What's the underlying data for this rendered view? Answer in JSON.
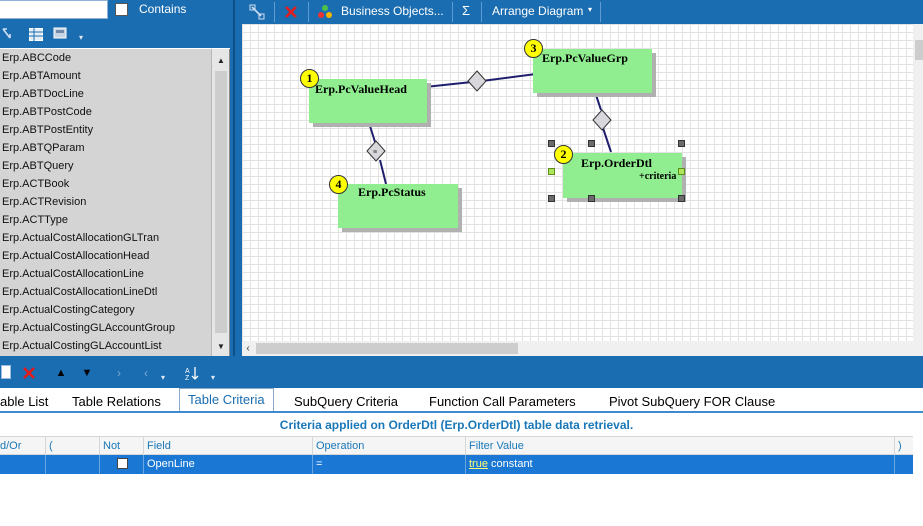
{
  "search": {
    "value": "",
    "contains_label": "Contains"
  },
  "table_list": {
    "items": [
      "Erp.ABCCode",
      "Erp.ABTAmount",
      "Erp.ABTDocLine",
      "Erp.ABTPostCode",
      "Erp.ABTPostEntity",
      "Erp.ABTQParam",
      "Erp.ABTQuery",
      "Erp.ACTBook",
      "Erp.ACTRevision",
      "Erp.ACTType",
      "Erp.ActualCostAllocationGLTran",
      "Erp.ActualCostAllocationHead",
      "Erp.ActualCostAllocationLine",
      "Erp.ActualCostAllocationLineDtl",
      "Erp.ActualCostingCategory",
      "Erp.ActualCostingGLAccountGroup",
      "Erp.ActualCostingGLAccountList"
    ]
  },
  "diagram_toolbar": {
    "business_objects": "Business Objects...",
    "sum_glyph": "Σ",
    "arrange_diagram": "Arrange Diagram"
  },
  "diagram": {
    "entities": [
      {
        "badge": "1",
        "name": "Erp.PcValueHead"
      },
      {
        "badge": "3",
        "name": "Erp.PcValueGrp"
      },
      {
        "badge": "4",
        "name": "Erp.PcStatus"
      },
      {
        "badge": "2",
        "name": "Erp.OrderDtl",
        "tag": "+criteria"
      }
    ]
  },
  "tabs": [
    "able List",
    "Table Relations",
    "Table Criteria",
    "SubQuery Criteria",
    "Function Call Parameters",
    "Pivot SubQuery FOR Clause"
  ],
  "criteria": {
    "title": "Criteria applied on OrderDtl  (Erp.OrderDtl)  table data retrieval.",
    "columns": [
      "d/Or",
      "(",
      "Not",
      "Field",
      "Operation",
      "Filter Value",
      ")"
    ],
    "row": {
      "field": "OpenLine",
      "operation": "=",
      "filter_link": "true",
      "filter_text": "constant"
    }
  },
  "colors": {
    "app_blue": "#1a6db0",
    "entity_green": "#90ee90",
    "selection_blue": "#1a78d4",
    "badge_yellow": "#ffff00"
  }
}
